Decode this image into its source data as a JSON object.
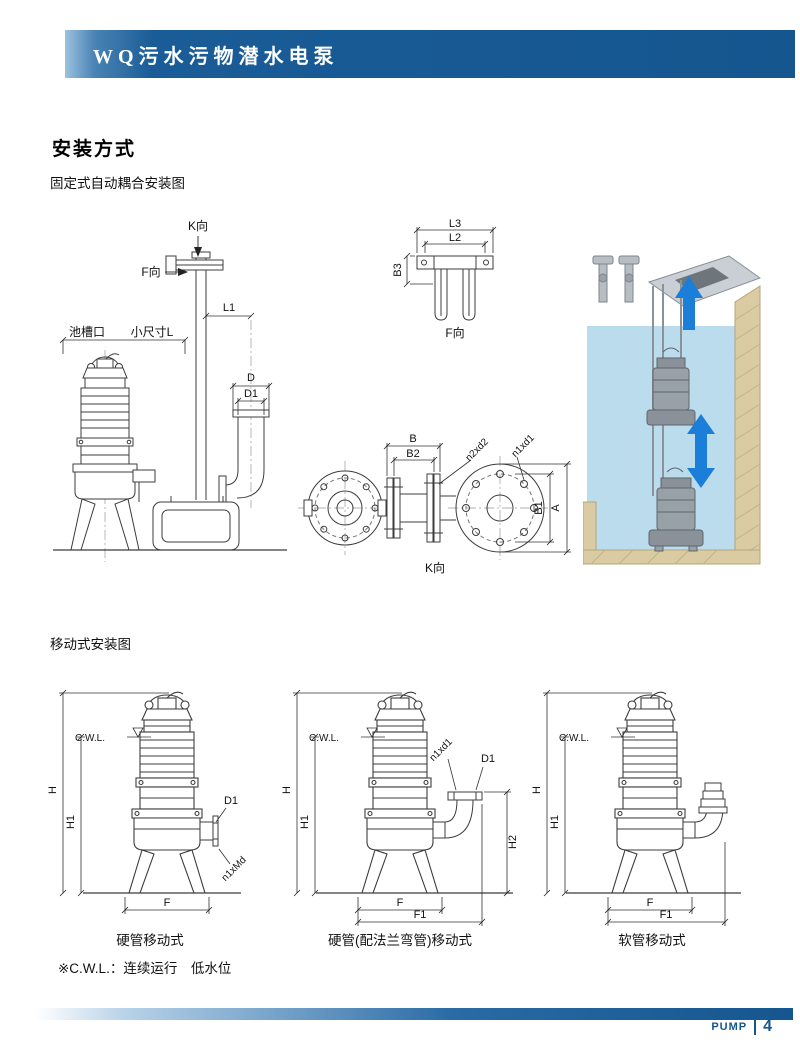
{
  "header": {
    "title": "WQ污水污物潜水电泵"
  },
  "titles": {
    "main": "安装方式",
    "fixed": "固定式自动耦合安装图",
    "mobile": "移动式安装图"
  },
  "fixed_side": {
    "k_dir": "K向",
    "f_dir": "F向",
    "l1": "L1",
    "notch": "池槽口",
    "size_l": "小尺寸L",
    "d": "D",
    "d1": "D1"
  },
  "bracket": {
    "l3": "L3",
    "l2": "L2",
    "b3": "B3",
    "f_dir": "F向"
  },
  "coupling": {
    "b": "B",
    "b2": "B2",
    "n2xd2": "n2xd2",
    "n1xd1": "n1xd1",
    "b1": "B1",
    "a": "A",
    "k_dir": "K向"
  },
  "mobile_rigid": {
    "caption": "硬管移动式",
    "cwl": "C.W.L.",
    "h": "H",
    "h1": "H1",
    "d1": "D1",
    "f": "F",
    "n1xmd": "n1xMd"
  },
  "mobile_elbow": {
    "caption": "硬管(配法兰弯管)移动式",
    "cwl": "C.W.L.",
    "h": "H",
    "h1": "H1",
    "n1xd1": "n1xd1",
    "d1": "D1",
    "h2": "H2",
    "f": "F",
    "f1": "F1"
  },
  "mobile_hose": {
    "caption": "软管移动式",
    "cwl": "C.W.L.",
    "h": "H",
    "h1": "H1",
    "f": "F",
    "f1": "F1"
  },
  "footnote": "※C.W.L.：连续运行　低水位",
  "footer": {
    "brand": "PUMP",
    "page": "4"
  },
  "colors": {
    "header_blue": "#15568f",
    "water_blue": "#badcec",
    "wall_tan": "#dbcba2",
    "arrow_blue": "#1b7ed8"
  }
}
